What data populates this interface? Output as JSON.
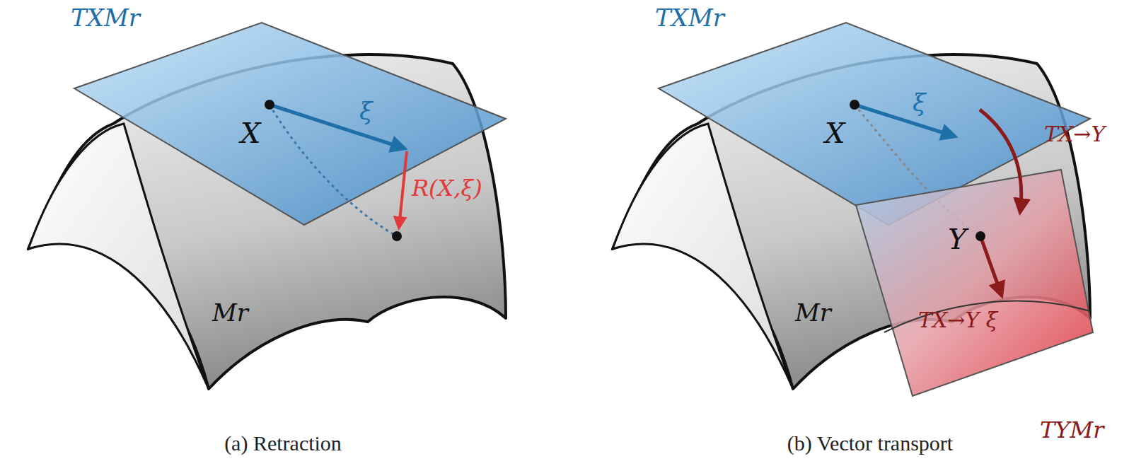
{
  "diagram": {
    "labels": [
      "TXMr",
      "X",
      "ξ",
      "R(X,ξ)",
      "Mr",
      "(a) Retraction",
      "TXMr",
      "X",
      "ξ",
      "TX→Y",
      "Y",
      "TX→Y ξ",
      "Mr",
      "TYMr",
      "(b) Vector transport"
    ]
  }
}
